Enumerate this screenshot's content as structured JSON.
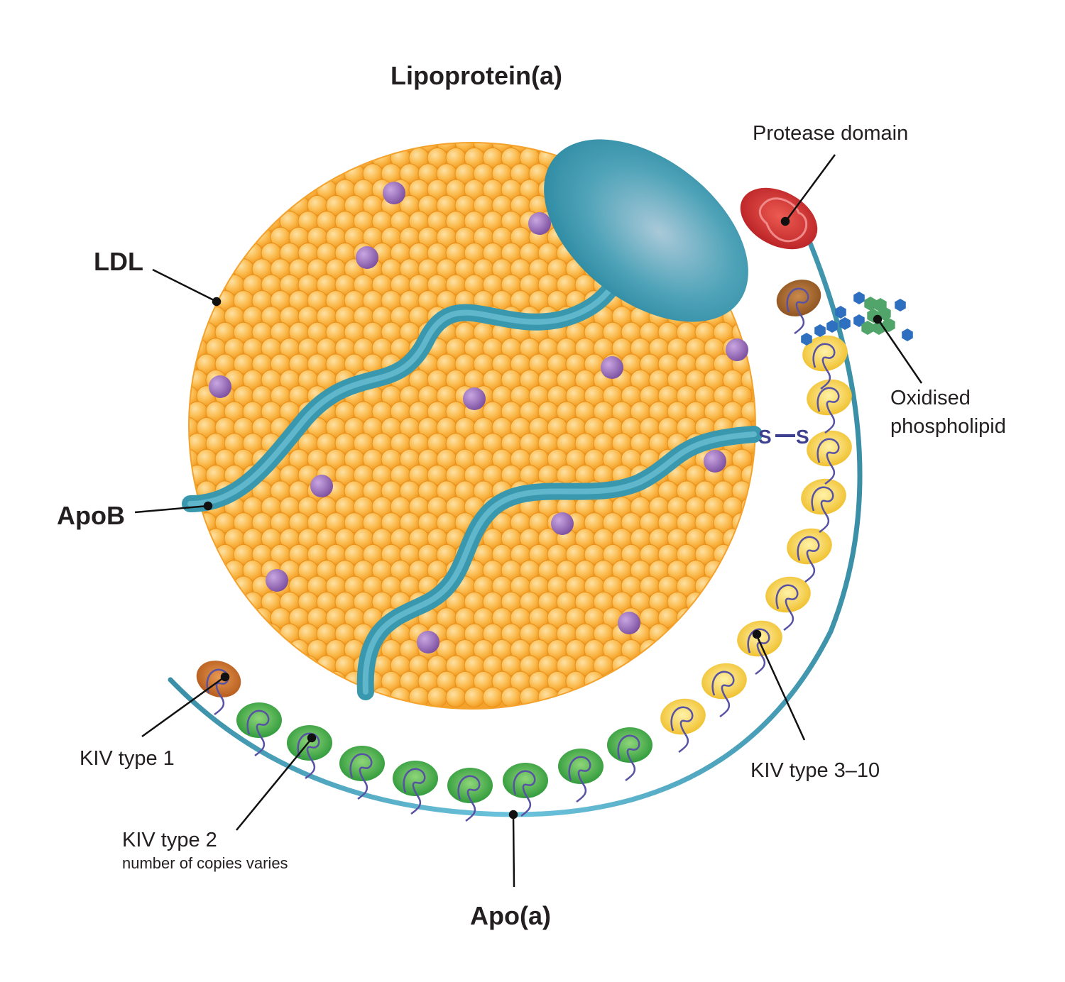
{
  "title": "Lipoprotein(a)",
  "labels": {
    "ldl": "LDL",
    "apob": "ApoB",
    "apoa": "Apo(a)",
    "protease": "Protease domain",
    "oxidised_line1": "Oxidised",
    "oxidised_line2": "phospholipid",
    "kiv1": "KIV type 1",
    "kiv2": "KIV type 2",
    "kiv2_note": "number of copies varies",
    "kiv3_10": "KIV type 3–10",
    "disulfide_left": "S",
    "disulfide_right": "S"
  },
  "colors": {
    "lipid": "#f7a631",
    "lipid_light": "#fdd07a",
    "cholesterol": "#8e62ad",
    "apob": "#3a98ae",
    "apoa_ring": "#3a98ae",
    "kiv1": "#c36a1f",
    "kiv2": "#3aa640",
    "kiv3_10": "#f5cb3b",
    "protease": "#c8282c",
    "oxidised": "#2f6fbf",
    "oxidised_core": "#52a56a",
    "linker": "#5752a4"
  }
}
